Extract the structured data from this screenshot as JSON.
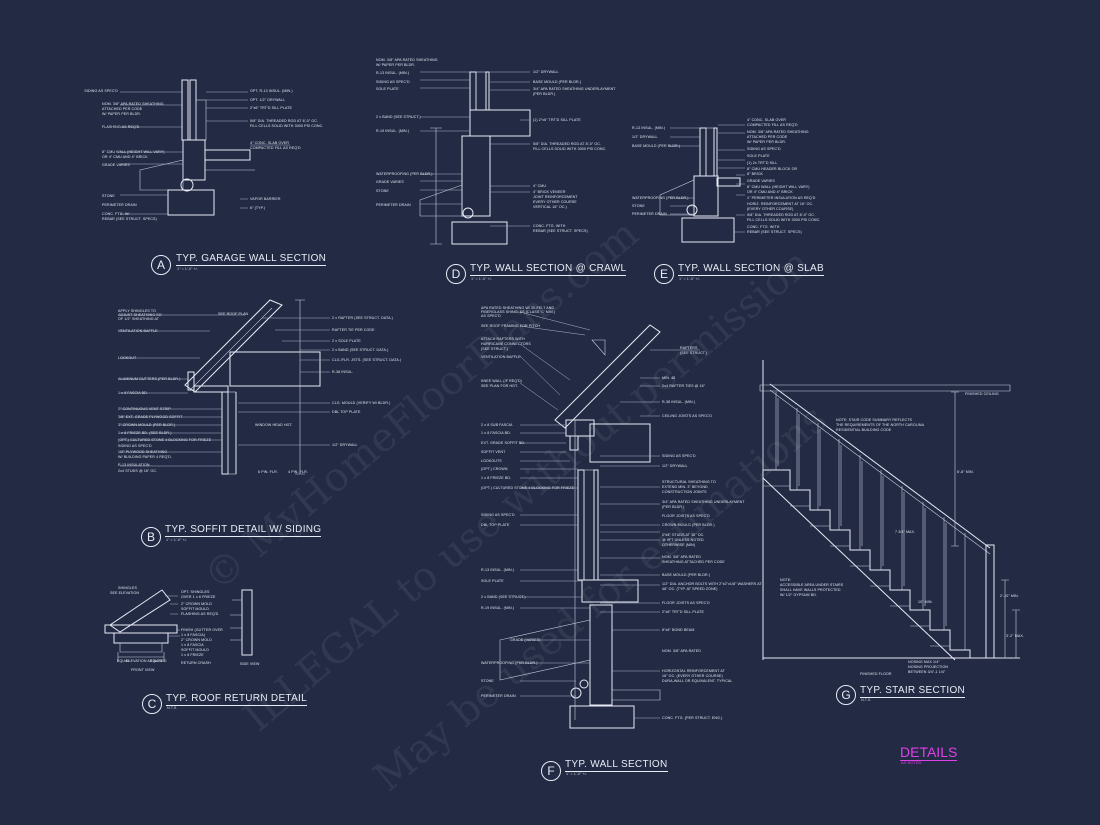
{
  "sheet": {
    "title": "DETAILS",
    "subtitle": "AS NOTED"
  },
  "watermark": {
    "line1": "© MyHomeFloorPlans.com",
    "line2": "ILLEGAL to use without permission",
    "line3": "May be used for estimations"
  },
  "details": [
    {
      "id": "A",
      "letter": "A",
      "title": "TYP. GARAGE WALL SECTION",
      "scale": "1\" = 1'-0\" +/-"
    },
    {
      "id": "B",
      "letter": "B",
      "title": "TYP. SOFFIT DETAIL W/ SIDING",
      "scale": "1\" = 1'-0\" +/-"
    },
    {
      "id": "C",
      "letter": "C",
      "title": "TYP. ROOF RETURN DETAIL",
      "scale": "N.T.S."
    },
    {
      "id": "D",
      "letter": "D",
      "title": "TYP. WALL SECTION @ CRAWL",
      "scale": "1\" = 1'-0\" +/-"
    },
    {
      "id": "E",
      "letter": "E",
      "title": "TYP. WALL SECTION @ SLAB",
      "scale": "1\" = 1'-0\" +/-"
    },
    {
      "id": "F",
      "letter": "F",
      "title": "TYP. WALL SECTION",
      "scale": "1\" = 1'-0\" +/-"
    },
    {
      "id": "G",
      "letter": "G",
      "title": "TYP. STAIR SECTION",
      "scale": "N.T.S."
    }
  ],
  "notes": {
    "A_left": [
      "SIDING AS SPEC'D",
      "NOM. 3/8\" APA RATED SHEATHING",
      "ATTACHED PER CODE",
      "W/ PAPER PER BLDR.",
      "FLASHING AS REQ'D",
      "8\" CMU WALL (HEIGHT WILL VARY)",
      "OR 4\" CMU AND 4\" BRICK",
      "GRADE VARIES",
      "STONE",
      "PERIMETER DRAIN",
      "CONC. FTG. W/",
      "REBAR (SEE STRUCT. SPECS)"
    ],
    "A_right": [
      "OPT. R-13 INSUL. (MIN.)",
      "OPT. 1/2\" DRYWALL",
      "2\"x6\" TRT'D SILL PLATE",
      "5/8\" DIA. THREADED ROD AT 8'-0\" OC.",
      "FILL CELLS SOLID WITH 3000 PSI CONC.",
      "4\" CONC. SLAB OVER",
      "COMPACTED FILL AS REQ'D",
      "VAPOR BARRIER",
      "6\" (TYP.)"
    ],
    "D_left": [
      "NOM. 3/8\" APA RATED SHEATHING",
      "W/ PAPER PER BLDR.",
      "R-13 INSUL. (MIN.)",
      "SIDING AS SPEC'D",
      "SOLE PLATE",
      "2 x BAND (SEE STRUCT.)",
      "R-19 INSUL. (MIN.)",
      "WATERPROOFING (PER BLDR.)",
      "GRADE VARIES",
      "STONE",
      "PERIMETER DRAIN"
    ],
    "D_right": [
      "1/2\" DRYWALL",
      "BASE MOULD (PER BLDR.)",
      "3/4\" APA RATED SHEATHING UNDERLAYMENT",
      "(PER BLDR.)",
      "(1) 2\"x6\" TRT'D SILL PLATE",
      "5/8\" DIA. THREADED ROD AT 8'-0\" OC.",
      "FILL CELLS SOLID WITH 3000 PSI CONC.",
      "4\" CMU",
      "4\" BRICK VENEER",
      "JOINT REINFORCEMENT",
      "EVERY OTHER COURSE",
      "VERTICAL 16\" OC.)",
      "CONC. FTG. WITH",
      "REBAR (SEE STRUCT. SPECS)"
    ],
    "E_left": [
      "R-13 INSUL. (MIN.)",
      "1/2\" DRYWALL",
      "BASE MOULD (PER BLDR.)",
      "WATERPROOFING (PER BLDR.)",
      "STONE",
      "PERIMETER DRAIN"
    ],
    "E_right": [
      "4\" CONC. SLAB OVER",
      "COMPACTED FILL AS REQ'D",
      "NOM. 3/8\" APA RATED SHEATHING",
      "ATTACHED PER CODE",
      "W/ PAPER PER BLDR.",
      "SIDING AS SPEC'D",
      "SOLE PLATE",
      "(1) 2x TRT'D SILL",
      "8\" CMU HEADER BLOCK OR",
      "8\" BRICK",
      "GRADE VARIES",
      "8\" CMU WALL (HEIGHT WILL VARY)",
      "OR 4\" CMU AND 4\" BRICK",
      "1\" PERIMETER INSULATION AS REQ'D",
      "HORIZ. REINFORCEMENT AT 16\" OC.",
      "(EVERY OTHER COURSE)",
      "5/8\" DIA. THREADED ROD AT 8'-0\" OC.",
      "FILL CELLS SOLID WITH 3000 PSI CONC.",
      "CONC. FTG. WITH",
      "REBAR (SEE STRUCT. SPECS)"
    ],
    "B_left": [
      "APPLY SHINGLES TO",
      "ADJUST SHEATHING SO",
      "OF 1/2\" SHEATHING AT",
      "VENTILATION BAFFLE",
      "LOOKOUT",
      "ALUMINUM GUTTERS (PER BLDR.)",
      "1 x 8 FASCIA BD.",
      "2\" CONTINUOUS VENT STRIP",
      "3/8\" EXT. GRADE PLYWOOD SOFFIT",
      "3\" CROWN MOULD (PER BLDR.)",
      "1 x 6 FRIEZE BD. (SEE BLDR.)",
      "(OPT.) CULTURED STONE 4 BLOCKING FOR FRIEZE",
      "SIDING AS SPEC'D",
      "1/2\" PLYWOOD SHEATHING",
      "W/ BUILDING PAPER 4 REQ'D.",
      "R-13 INSULATION",
      "2x4 STUDS @ 16\" OC."
    ],
    "B_right": [
      "2 x RAFTER (SEE STRUCT. DATA.)",
      "RAFTER TIE PER CODE",
      "2 x SOLE PLATE",
      "2 x BAND (SEE STRUCT. DATA.)",
      "CLG./FLR. JSTS. (SEE STRUCT. DATA.)",
      "R-38 INSUL.",
      "CLG. MOULD (VERIFY W/ BLDR.)",
      "DBL TOP PLATE",
      "1/2\" DRYWALL",
      "SEE ROOF PLAN",
      "WINDOW HEAD HGT.",
      "6 PIN. FLR.",
      "4 PIN. FLR."
    ],
    "C_notes": [
      "SHINGLES",
      "SEE ELEVATION",
      "OPT. SHINGLES",
      "OVER 1 x 6 FRIEZE",
      "2\" CROWN MOLD",
      "SOFFIT MOULD",
      "FLASHING AS REQ'D",
      "FINISH (GUTTER OVER",
      "1 x 8 FASCIA)",
      "2\" CROWN MOLD",
      "1 x 8 FASCIA",
      "SOFFIT MOULD",
      "1 x 6 FRIEZE",
      "RETURN CRASH",
      "EQUAL",
      "EQUAL",
      "ELEVATION AS NOTED",
      "FRONT VIEW",
      "SIDE VIEW"
    ],
    "F_left": [
      "APA RATED SHEATHING W/ 30-FELT AND",
      "FIBERGLASS SHINGLES (CLASS 'C' MIN.)",
      "AS SPEC'D",
      "SEE ROOF FRAMING FOR PITCH",
      "ATTACH RAFTERS WITH",
      "HURRICANE CONNECTORS",
      "(SEE STRUCT.)",
      "VENTILATION BAFFLE",
      "KNEE WALL (IF REQ'D)",
      "SEE PLAN FOR HGT.",
      "2 x 8 SUB FASCIA",
      "1 x 8 FASCIA BD.",
      "EXT. GRADE SOFFIT BD.",
      "SOFFIT VENT",
      "LOOKOUTS",
      "(OPT.) CROWN",
      "1 x 8 FRIEZE BD.",
      "(OPT.) CULTURED STONE 4 BLOCKING FOR FRIEZE",
      "SIDING AS SPEC'D",
      "DBL TOP PLATE",
      "R-13 INSUL. (MIN.)",
      "SOLE PLATE",
      "2 x BAND (SEE STRUCT.)",
      "R-19 INSUL. (MIN.)",
      "GRADE (VARIES)",
      "WATERPROOFING (PER BLDR.)",
      "STONE",
      "PERIMETER DRAIN"
    ],
    "F_right": [
      "RAFTERS",
      "(SEE STRUCT.)",
      "MIN. 45",
      "2x4 RAFTER TIES @ 16\"",
      "R-38 INSUL. (MIN.)",
      "CEILING JOISTS AS SPEC'D",
      "SIDING AS SPEC'D",
      "1/2\" DRYWALL",
      "STRUCTURAL SHEATHING TO",
      "EXTEND MIN. 3\" BEYOND",
      "CONSTRUCTION JOINTS",
      "3/4\" APA RATED SHEATHING UNDERLAYMENT",
      "(PER BLDR.)",
      "FLOOR JOISTS AS SPEC'D",
      "CROWN MOULD (PER BLDR.)",
      "2\"x4\" STUDS AT 16\" OC.",
      "@ 9FT UNLESS NOTED",
      "OTHERWISE (MIN)",
      "NOM. 3/8\" APA RATED",
      "SHEATHING ATTACHED PER CODE",
      "BASE MOULD (PER BLDR.)",
      "1/2\" DIA. ANCHOR BOLTS WITH 2\"x2\"x1/8\" WASHERS AT",
      "48\" OC. (TYP. AT SPEED ZONE)",
      "FLOOR JOISTS AS SPEC'D",
      "2\"x6\" TRT'D SILL PLATE",
      "8\"x8\" BOND BEAM",
      "NOM. 3/8\" APA RATED",
      "HORIZONTAL REINFORCEMENT AT",
      "16\" OC. (EVERY OTHER COURSE)",
      "DURA-WALL OR EQUIVALENT. TYPICAL",
      "CONC. FTG. (PER STRUCT. ENG.)"
    ],
    "G_notes": [
      "NOTE: STAIR CODE SUMMARY REFLECTS",
      "THE REQUIREMENTS OF THE NORTH CAROLINA",
      "RESIDENTIAL BUILDING CODE",
      "FINISHED CEILING",
      "NOTE:",
      "ACCESSIBLE AREA UNDER STAIRS",
      "SHALL HAVE WALLS PROTECTED",
      "W/ 1/2\" GYPSUM BD.",
      "NOSING MAX 1/4\"",
      "NOSING PROJECTION",
      "BETWEEN 3/4\"-1 1/4\"",
      "FINISHED FLOOR",
      "6'-8\" MIN.",
      "10\" MIN.",
      "7 3/4\" MAX.",
      "2'-10\" MIN.",
      "3'-2\" MAX."
    ]
  }
}
